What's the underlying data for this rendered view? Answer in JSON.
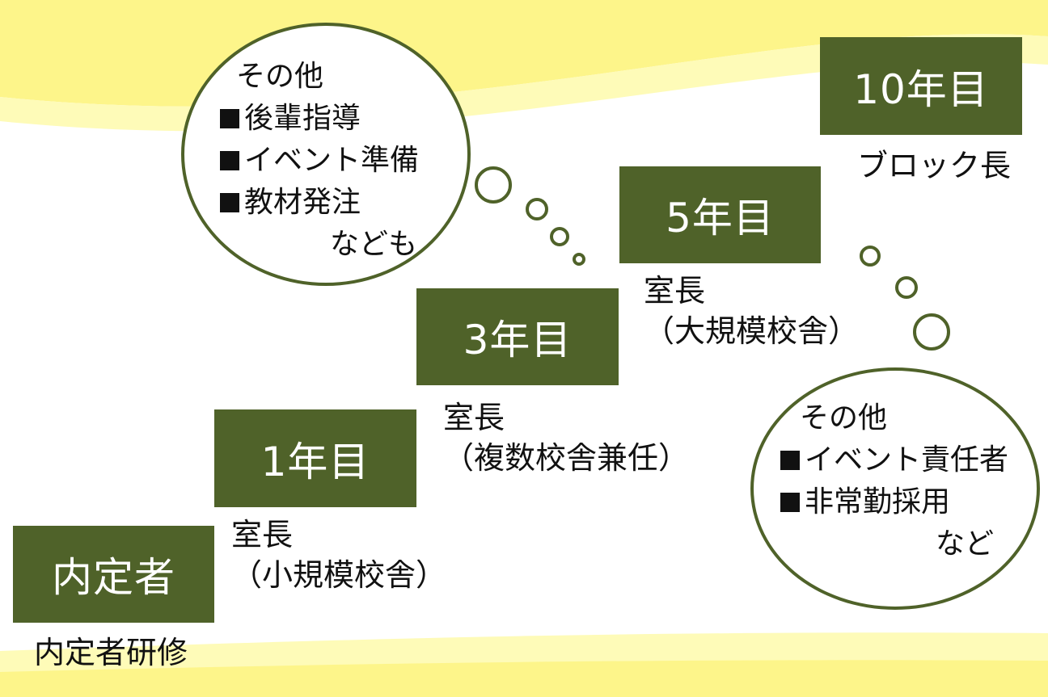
{
  "colors": {
    "step_fill": "#4f6229",
    "band": "#fdf58a",
    "band_light": "#fefbb8"
  },
  "steps": [
    {
      "label": "内定者",
      "caption": [
        "内定者研修"
      ]
    },
    {
      "label": "1年目",
      "caption": [
        "室長",
        "（小規模校舎）"
      ]
    },
    {
      "label": "3年目",
      "caption": [
        "室長",
        "（複数校舎兼任）"
      ]
    },
    {
      "label": "5年目",
      "caption": [
        "室長",
        "（大規模校舎）"
      ]
    },
    {
      "label": "10年目",
      "caption": [
        "ブロック長"
      ]
    }
  ],
  "bubble_left": {
    "title": "その他",
    "items": [
      "後輩指導",
      "イベント準備",
      "教材発注"
    ],
    "footer": "なども"
  },
  "bubble_right": {
    "title": "その他",
    "items": [
      "イベント責任者",
      "非常勤採用"
    ],
    "footer": "など"
  }
}
